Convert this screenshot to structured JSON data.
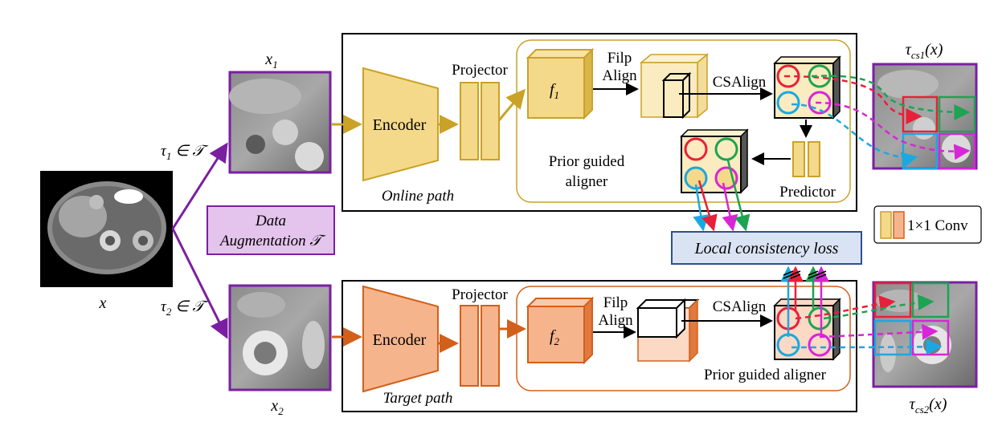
{
  "labels": {
    "input": "x",
    "x1": "x",
    "x1_sub": "1",
    "x2": "x",
    "x2_sub": "2",
    "tau1": "τ",
    "tau1_sub": "1",
    "tau1_rest": " ∈ 𝒯",
    "tau2": "τ",
    "tau2_sub": "2",
    "tau2_rest": " ∈ 𝒯",
    "data_aug_line1": "Data",
    "data_aug_line2": "Augmentation 𝒯",
    "encoder_online": "Encoder",
    "encoder_target": "Encoder",
    "projector_online": "Projector",
    "projector_target": "Projector",
    "f1": "f",
    "f1_sub": "1",
    "f2": "f",
    "f2_sub": "2",
    "filp_align_online_1": "Filp",
    "filp_align_online_2": "Align",
    "filp_align_target_1": "Filp",
    "filp_align_target_2": "Align",
    "csalign_online": "CSAlign",
    "csalign_target": "CSAlign",
    "prior_guided_online_1": "Prior guided",
    "prior_guided_online_2": "aligner",
    "prior_guided_target": "Prior guided aligner",
    "predictor": "Predictor",
    "online_path": "Online path",
    "target_path": "Target path",
    "local_consistency_loss": "Local consistency loss",
    "legend_conv": "1×1 Conv",
    "tau_cs1": "τ",
    "tau_cs1_sub": "cs1",
    "tau_cs1_arg": "(x)",
    "tau_cs2": "τ",
    "tau_cs2_sub": "cs2",
    "tau_cs2_arg": "(x)"
  },
  "colors": {
    "online": "#C9A227",
    "online_fill": "#F5D98A",
    "online_fill_light": "#FBEBC0",
    "target": "#D2601A",
    "target_fill": "#F6B48C",
    "target_fill_light": "#FBD9C5",
    "purple": "#7B1FA2",
    "aug_fill": "#E4C3EC",
    "loss_fill": "#DAE3F3",
    "loss_border": "#2F4F8F",
    "red": "#E8203A",
    "green": "#1DA352",
    "cyan": "#1BA8E0",
    "magenta": "#D726D6"
  }
}
